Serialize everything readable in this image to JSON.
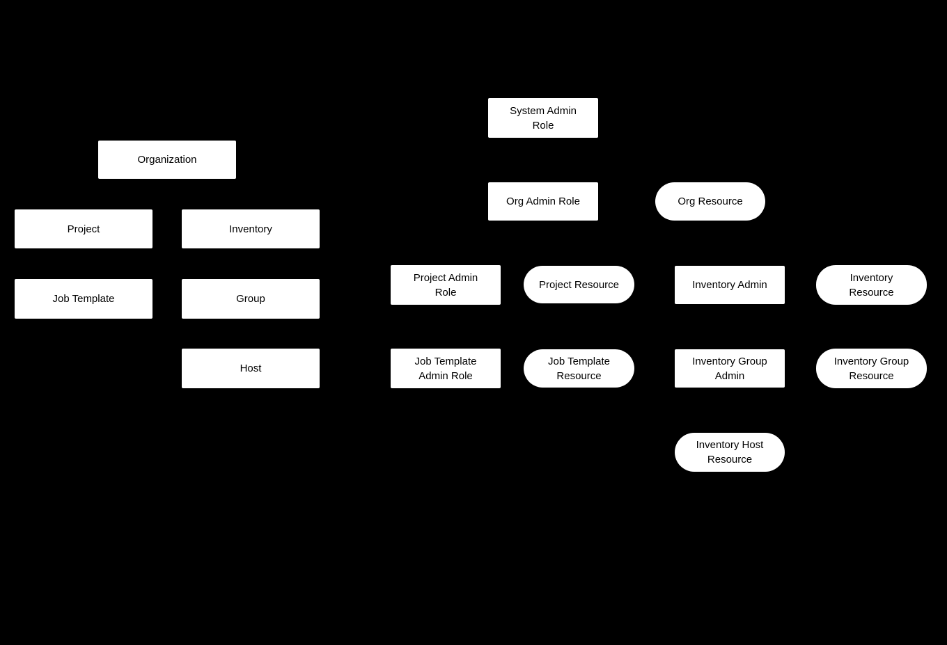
{
  "diagram": {
    "description": "RBAC roles and resources hierarchy diagram",
    "background_color": "#000000",
    "node_fill_color": "#ffffff",
    "node_text_color": "#000000",
    "nodes": {
      "organization": {
        "label": "Organization",
        "shape": "rect"
      },
      "project": {
        "label": "Project",
        "shape": "rect"
      },
      "inventory": {
        "label": "Inventory",
        "shape": "rect"
      },
      "job_template": {
        "label": "Job Template",
        "shape": "rect"
      },
      "group": {
        "label": "Group",
        "shape": "rect"
      },
      "host": {
        "label": "Host",
        "shape": "rect"
      },
      "system_admin_role": {
        "label": "System Admin\nRole",
        "shape": "rect"
      },
      "org_admin_role": {
        "label": "Org Admin Role",
        "shape": "rect"
      },
      "org_resource": {
        "label": "Org Resource",
        "shape": "pill"
      },
      "project_admin_role": {
        "label": "Project Admin\nRole",
        "shape": "rect"
      },
      "project_resource": {
        "label": "Project Resource",
        "shape": "pill"
      },
      "inventory_admin": {
        "label": "Inventory Admin",
        "shape": "rect"
      },
      "inventory_resource": {
        "label": "Inventory\nResource",
        "shape": "pill"
      },
      "job_template_admin_role": {
        "label": "Job Template\nAdmin Role",
        "shape": "rect"
      },
      "job_template_resource": {
        "label": "Job Template\nResource",
        "shape": "pill"
      },
      "inventory_group_admin": {
        "label": "Inventory Group\nAdmin",
        "shape": "rect"
      },
      "inventory_group_resource": {
        "label": "Inventory Group\nResource",
        "shape": "pill"
      },
      "inventory_host_resource": {
        "label": "Inventory Host\nResource",
        "shape": "pill"
      }
    }
  }
}
